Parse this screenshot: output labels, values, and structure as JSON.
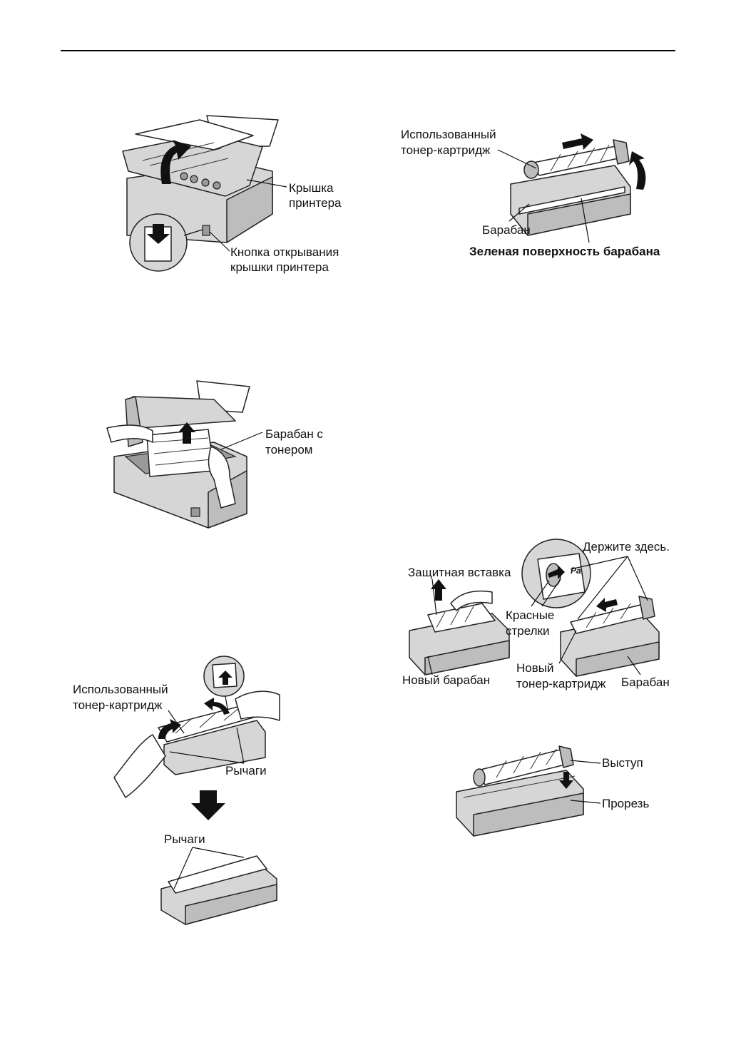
{
  "fig1": {
    "cover_label": "Крышка\nпринтера",
    "button_label": "Кнопка открывания\nкрышки принтера"
  },
  "fig2": {
    "used_cartridge": "Использованный\nтонер-картридж",
    "drum": "Барабан",
    "green_surface": "Зеленая поверхность барабана"
  },
  "fig3": {
    "drum_toner": "Барабан с\nтонером"
  },
  "fig4": {
    "hold_here": "Держите здесь.",
    "protective_insert": "Защитная вставка",
    "red_arrows": "Красные\nстрелки",
    "new_drum": "Новый барабан",
    "new_cartridge": "Новый\nтонер-картридж",
    "drum": "Барабан"
  },
  "fig5": {
    "used_cartridge": "Использованный\nтонер-картридж",
    "levers": "Рычаги",
    "levers2": "Рычаги"
  },
  "fig6": {
    "tab": "Выступ",
    "slot": "Прорезь"
  },
  "colors": {
    "ink": "#111111",
    "gray_fill": "#d6d6d6",
    "dark_gray": "#9a9a9a"
  }
}
